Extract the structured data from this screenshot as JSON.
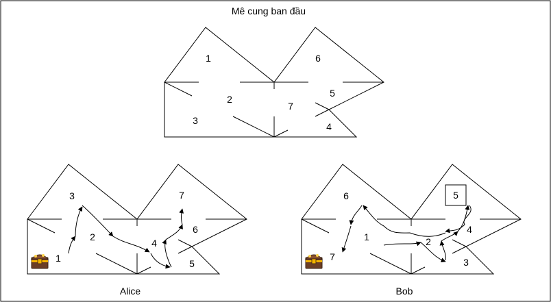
{
  "title": "Mê cung ban đầu",
  "original": {
    "room_labels": [
      "1",
      "2",
      "3",
      "4",
      "5",
      "6",
      "7"
    ]
  },
  "alice": {
    "caption": "Alice",
    "room_labels": [
      "3",
      "2",
      "1",
      "4",
      "5",
      "7",
      "6"
    ],
    "start_icon": "treasure-chest-icon"
  },
  "bob": {
    "caption": "Bob",
    "room_labels": [
      "6",
      "1",
      "7",
      "2",
      "3",
      "4",
      "5"
    ],
    "start_icon": "treasure-chest-icon"
  },
  "colors": {
    "ink": "#000000",
    "chest_wood": "#6b3e26",
    "chest_gold": "#f4b400",
    "chest_dark": "#3b2415"
  }
}
